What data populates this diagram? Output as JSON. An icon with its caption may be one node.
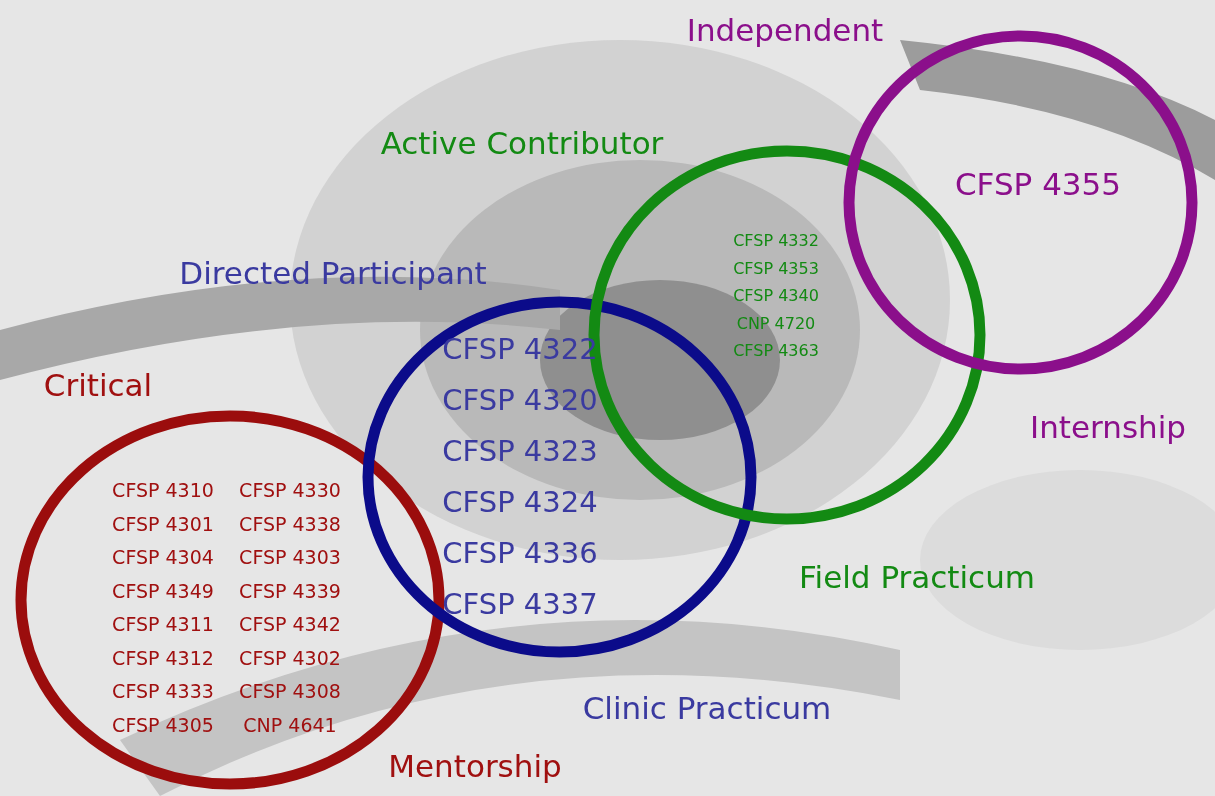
{
  "diagram": {
    "nodes": [
      {
        "text": [
          "Critical",
          "CFSP 4310",
          "CFSP 4301",
          "CFSP 4304",
          "CFSP 4349",
          "CFSP 4311",
          "CFSP 4312",
          "CFSP 4333",
          "CFSP 4305",
          "CFSP 4330",
          "CFSP 4338",
          "CFSP 4303",
          "CFSP 4339",
          "CFSP 4342",
          "CFSP 4302",
          "CFSP 4308",
          "CNP 4641"
        ],
        "beside": [
          "Mentorship"
        ]
      },
      {
        "text": [
          "Directed Participant",
          "CFSP 4322",
          "CFSP 4320",
          "CFSP 4323",
          "CFSP 4324",
          "CFSP 4336",
          "CFSP 4337"
        ],
        "beside": [
          "Clinic Practicum"
        ]
      },
      {
        "text": [
          "Active Contributor",
          "CFSP 4332",
          "CFSP 4353",
          "CFSP 4340",
          "CNP 4720",
          "CFSP 4363"
        ],
        "beside": [
          "Field Practicum"
        ]
      },
      {
        "text": [
          "Independent",
          "CFSP 4355"
        ],
        "beside": [
          "Internship"
        ]
      }
    ],
    "edges": []
  }
}
